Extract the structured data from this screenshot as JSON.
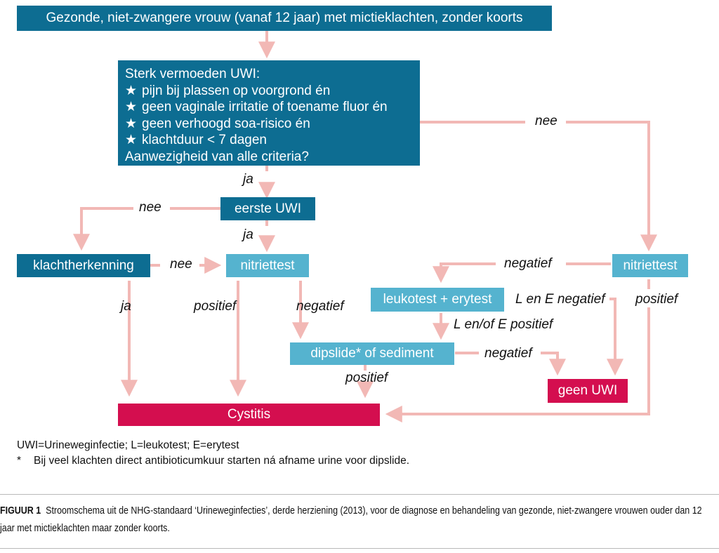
{
  "nodes": {
    "start": "Gezonde, niet-zwangere vrouw (vanaf 12 jaar) met mictieklachten, zonder koorts",
    "criteria": {
      "title": "Sterk vermoeden UWI:",
      "items": [
        "pijn bij plassen op voorgrond én",
        "geen vaginale irritatie of toename fluor én",
        "geen verhoogd soa-risico én",
        "klachtduur < 7 dagen"
      ],
      "question": "Aanwezigheid van alle criteria?"
    },
    "eerste_uwi": "eerste UWI",
    "klachtherkenning": "klachtherkenning",
    "nitriettest_left": "nitriettest",
    "nitriettest_right": "nitriettest",
    "leukotest": "leukotest + erytest",
    "dipslide": "dipslide* of sediment",
    "cystitis": "Cystitis",
    "geen_uwi": "geen UWI"
  },
  "edge_labels": {
    "criteria_nee": "nee",
    "criteria_ja": "ja",
    "eerste_nee": "nee",
    "eerste_ja": "ja",
    "klacht_nee": "nee",
    "klacht_ja": "ja",
    "nitriet_left_positief": "positief",
    "nitriet_left_negatief": "negatief",
    "nitriet_right_negatief": "negatief",
    "nitriet_right_positief": "positief",
    "leuko_negatief": "L en E negatief",
    "leuko_positief": "L en/of E positief",
    "dipslide_negatief": "negatief",
    "dipslide_positief": "positief"
  },
  "legend": {
    "line1": "UWI=Urineweginfectie; L=leukotest; E=erytest",
    "line2_marker": "*",
    "line2_text": "Bij veel klachten direct antibioticumkuur starten ná afname urine voor dipslide."
  },
  "caption": {
    "label": "FIGUUR 1",
    "text": "Stroomschema uit de NHG-standaard ‘Urineweginfecties’, derde herziening (2013), voor de diagnose en behandeling van gezonde, niet-zwangere vrouwen ouder dan 12 jaar met mictieklachten maar zonder koorts."
  },
  "colors": {
    "dark_box": "#0d6d92",
    "light_box": "#55b3cf",
    "red_box": "#d40e4f",
    "arrow": "#f2b8b5"
  }
}
